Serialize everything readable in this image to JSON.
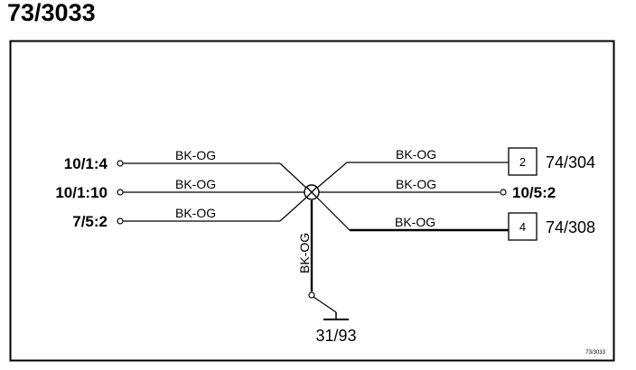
{
  "title": "73/3033",
  "wire_color": "#000000",
  "left_terminals": [
    {
      "label": "10/1:4",
      "wire": "BK-OG"
    },
    {
      "label": "10/1:10",
      "wire": "BK-OG"
    },
    {
      "label": "7/5:2",
      "wire": "BK-OG"
    }
  ],
  "right_branches": [
    {
      "box": "2",
      "component": "74/304",
      "wire": "BK-OG"
    },
    {
      "terminal": "10/5:2",
      "wire": "BK-OG"
    },
    {
      "box": "4",
      "component": "74/308",
      "wire": "BK-OG"
    }
  ],
  "down_branch": {
    "wire": "BK-OG",
    "ground": "31/93"
  },
  "footer_code": "73/3033"
}
